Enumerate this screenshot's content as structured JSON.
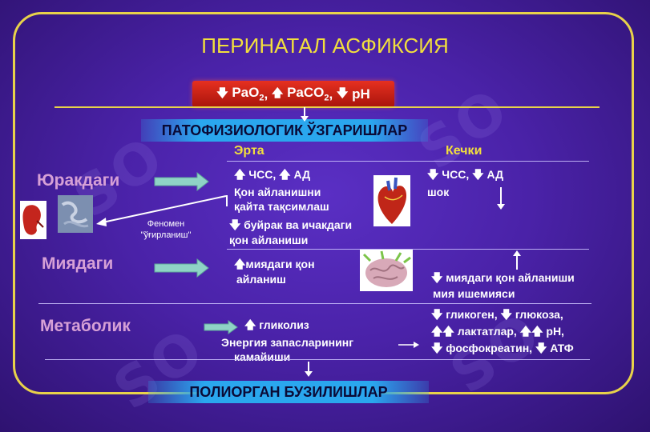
{
  "title": "ПЕРИНАТАЛ АСФИКСИЯ",
  "causes": {
    "a": "PaO",
    "a_sub": "2",
    "sep1": ",",
    "b": "PaCO",
    "b_sub": "2",
    "sep2": ",",
    "c": "pH"
  },
  "section_header": "ПАТОФИЗИОЛОГИК  ЎЗГАРИШЛАР",
  "columns": {
    "early": "Эрта",
    "late": "Кечки"
  },
  "rows": {
    "heart": {
      "label": "Юракдаги",
      "early_line1_a": "ЧСС,",
      "early_line1_b": "АД",
      "early_line2": "Қон айланишни",
      "early_line3": "қайта тақсимлаш",
      "early_line4": "буйрак ва ичакдаги",
      "early_line5": "қон айланиши",
      "phenomenon_line1": "Феномен",
      "phenomenon_line2": "\"ўғирланиш\"",
      "late_line1_a": "ЧСС,",
      "late_line1_b": "АД",
      "late_line2": "шок"
    },
    "brain": {
      "label": "Миядаги",
      "early_line1": "миядаги қон",
      "early_line2": "айланиш",
      "late_line1": "миядаги қон айланиши",
      "late_line2": "мия ишемияси"
    },
    "metabolic": {
      "label": "Метаболик",
      "early_line1": "гликолиз",
      "early_line2": "Энергия запасларининг",
      "early_line3": "камайиши",
      "late_line1_a": "гликоген,",
      "late_line1_b": "глюкоза,",
      "late_line2_a": "лактатлар,",
      "late_line2_b": "pH,",
      "late_line3_a": "фосфокреатин,",
      "late_line3_b": "АТФ"
    }
  },
  "footer_header": "ПОЛИОРГАН БУЗИЛИШЛАР",
  "colors": {
    "background": "#4a22a8",
    "frame": "#e8d24a",
    "title": "#f2df3c",
    "red_bar": "#d42516",
    "blue_bar": "#2aa7ee",
    "row_label": "#d6a0d6",
    "arrow_fill": "#8fd3c6"
  },
  "icons": [
    "kidney-icon",
    "intestine-icon",
    "heart-icon",
    "brain-icon",
    "down-arrow-icon",
    "up-arrow-icon"
  ]
}
